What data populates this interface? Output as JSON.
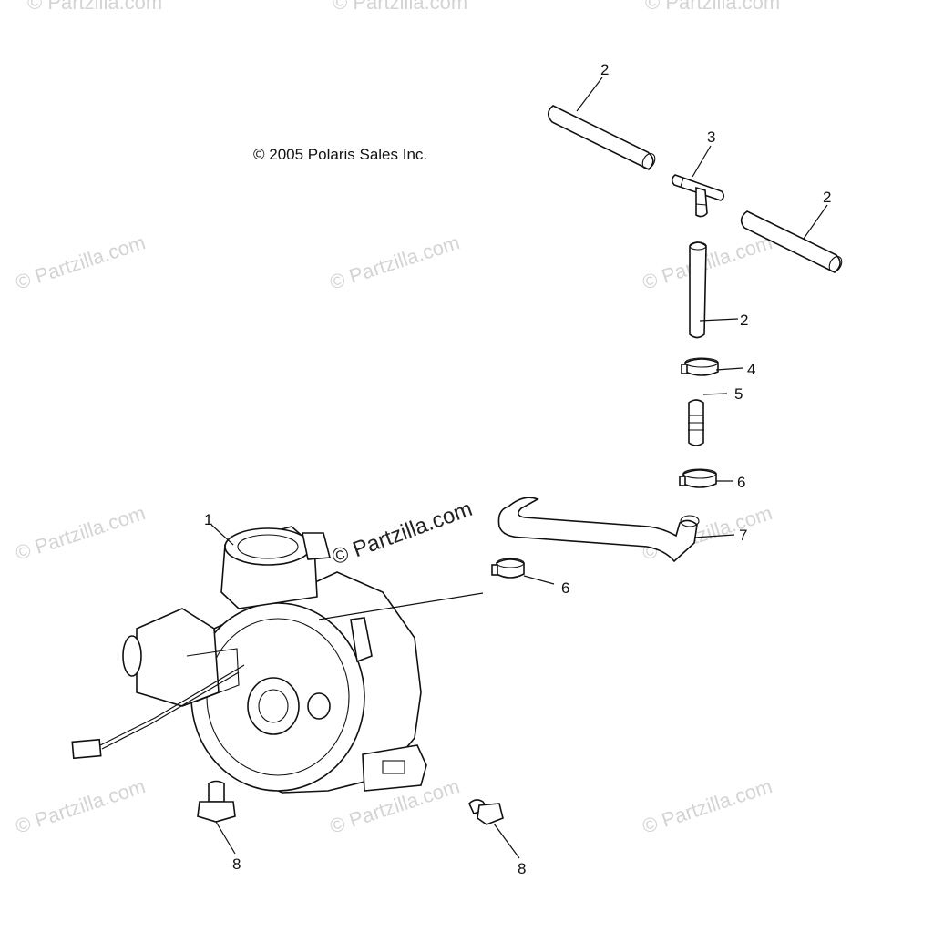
{
  "copyright": "© 2005 Polaris Sales Inc.",
  "watermark": {
    "main": "© Partzilla.com",
    "repeat": "© Partzilla.com"
  },
  "callouts": [
    {
      "id": "c1",
      "label": "1"
    },
    {
      "id": "c2a",
      "label": "2"
    },
    {
      "id": "c2b",
      "label": "2"
    },
    {
      "id": "c2c",
      "label": "2"
    },
    {
      "id": "c3",
      "label": "3"
    },
    {
      "id": "c4",
      "label": "4"
    },
    {
      "id": "c5",
      "label": "5"
    },
    {
      "id": "c6a",
      "label": "6"
    },
    {
      "id": "c6b",
      "label": "6"
    },
    {
      "id": "c7",
      "label": "7"
    },
    {
      "id": "c8a",
      "label": "8"
    },
    {
      "id": "c8b",
      "label": "8"
    }
  ]
}
